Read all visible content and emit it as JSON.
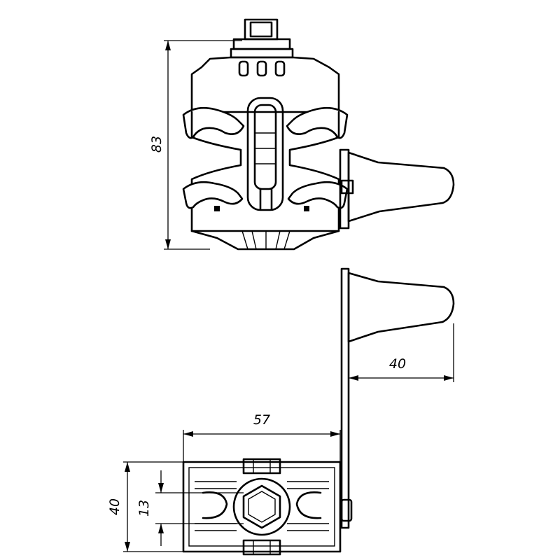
{
  "dimensions": {
    "height_top_view": "83",
    "bracket_offset": "40",
    "total_width": "57",
    "base_height": "40",
    "bolt_width": "13"
  }
}
